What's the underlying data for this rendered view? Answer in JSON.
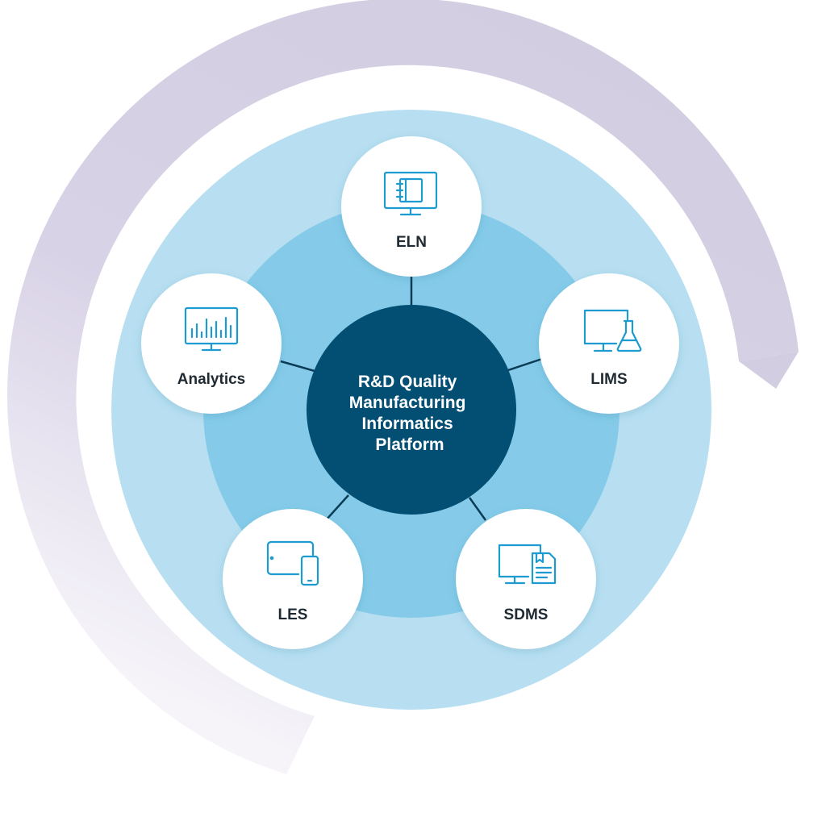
{
  "platform": {
    "title_lines": [
      "R&D Quality",
      "Manufacturing",
      "Informatics",
      "Platform"
    ]
  },
  "modules": [
    {
      "label": "ELN",
      "icon": "notebook-monitor-icon"
    },
    {
      "label": "LIMS",
      "icon": "monitor-flask-icon"
    },
    {
      "label": "SDMS",
      "icon": "monitor-document-icon"
    },
    {
      "label": "LES",
      "icon": "tablet-phone-icon"
    },
    {
      "label": "Analytics",
      "icon": "bar-chart-monitor-icon"
    }
  ],
  "colors": {
    "arc_top": "#d6d0e3",
    "arc_fade": "#f1eef6",
    "outer_disc": "#b7dff1",
    "inner_ring": "#85cbe9",
    "center_circle": "#034f74",
    "node_circle": "#ffffff",
    "connector": "#0b3b55",
    "icon": "#1d9bd1"
  }
}
